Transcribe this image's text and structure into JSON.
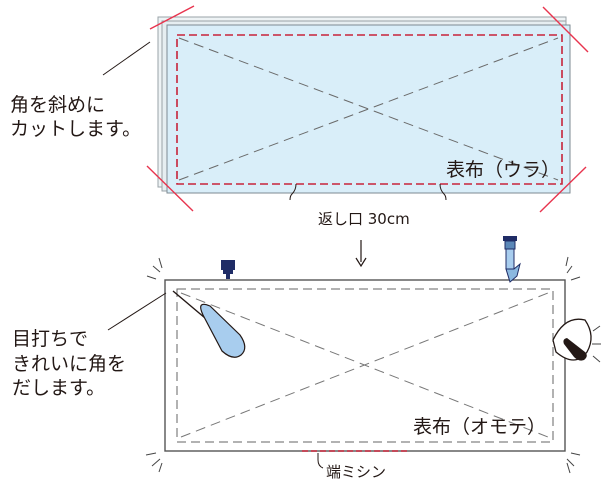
{
  "top_panel": {
    "callout_lines": [
      "角を斜めに",
      "カットします。"
    ],
    "fabric_label": "表布（ウラ）",
    "opening_label": "返し口 30cm"
  },
  "bottom_panel": {
    "callout_lines": [
      "目打ちで",
      "きれいに角を",
      "だします。"
    ],
    "fabric_label": "表布（オモテ）",
    "stitch_label": "端ミシン"
  },
  "colors": {
    "fabric_back": "#d9eef9",
    "cut_line": "#e8344e",
    "seam_line": "#c7243a",
    "awl_handle": "#a8cdee",
    "dark_blue": "#1f2c66"
  },
  "icons": [
    "scissors-mark-icon",
    "awl-icon",
    "iron-icon",
    "sewing-pin-icon",
    "arrow-down-icon"
  ]
}
